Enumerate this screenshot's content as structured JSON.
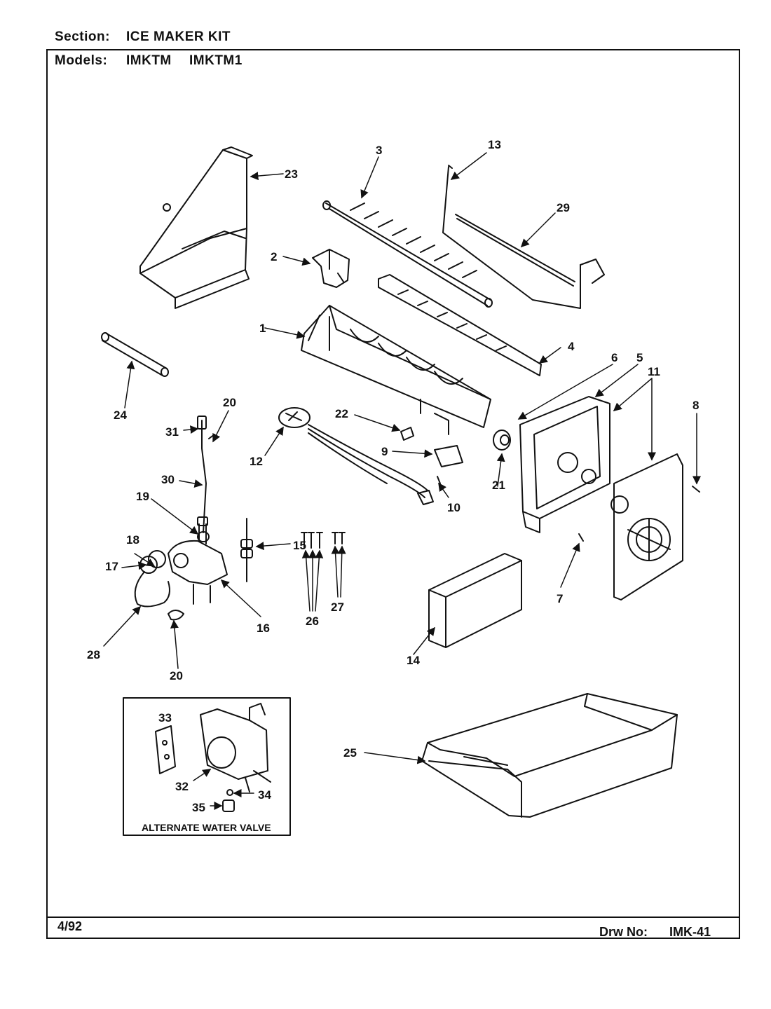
{
  "header": {
    "section_label": "Section:",
    "section_value": "ICE MAKER KIT",
    "models_label": "Models:",
    "model_1": "IMKTM",
    "model_2": "IMKTM1"
  },
  "footer": {
    "date": "4/92",
    "drawing_label": "Drw No:",
    "drawing_number": "IMK-41"
  },
  "inset": {
    "caption": "ALTERNATE WATER VALVE"
  },
  "callouts": {
    "c1": "1",
    "c2": "2",
    "c3": "3",
    "c4": "4",
    "c5": "5",
    "c6": "6",
    "c7": "7",
    "c8": "8",
    "c9": "9",
    "c10": "10",
    "c11": "11",
    "c12": "12",
    "c13": "13",
    "c14": "14",
    "c15": "15",
    "c16": "16",
    "c17": "17",
    "c18": "18",
    "c19": "19",
    "c20a": "20",
    "c20b": "20",
    "c21": "21",
    "c22": "22",
    "c23": "23",
    "c24": "24",
    "c25": "25",
    "c26": "26",
    "c27": "27",
    "c28": "28",
    "c29": "29",
    "c30": "30",
    "c31": "31",
    "c32": "32",
    "c33": "33",
    "c34": "34",
    "c35": "35"
  }
}
